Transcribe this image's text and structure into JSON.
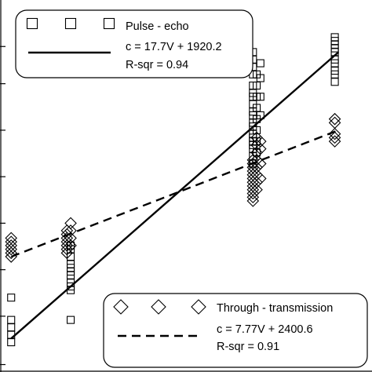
{
  "chart_data": {
    "type": "scatter",
    "title": "",
    "xlabel": "",
    "ylabel": "",
    "xlim": [
      0,
      100
    ],
    "ylim": [
      0,
      100
    ],
    "grid": false,
    "legend_placement": [
      "top-left",
      "bottom-right"
    ],
    "series": [
      {
        "name": "Pulse - echo",
        "marker": "square",
        "fit_label": "c = 17.7V + 1920.2",
        "r2_label": "R-sqr = 0.94",
        "fit": {
          "x": [
            3,
            91
          ],
          "y": [
            9,
            86
          ]
        },
        "points": {
          "x": [
            3,
            3,
            3,
            3,
            3,
            19,
            19,
            19,
            19,
            19,
            19,
            19,
            19,
            19,
            19,
            19,
            68,
            68,
            68,
            68,
            68,
            68,
            68,
            68,
            68,
            68,
            68,
            68,
            68,
            68,
            68,
            68,
            68,
            68,
            68,
            69,
            69,
            69,
            69,
            69,
            69,
            69,
            69,
            70,
            70,
            70,
            70,
            90,
            90,
            90,
            90,
            90,
            90,
            90,
            90,
            90,
            90
          ],
          "y": [
            8,
            10,
            12,
            14,
            20,
            14,
            22,
            23,
            24,
            26,
            27,
            28,
            29,
            31,
            33,
            34,
            56,
            58,
            60,
            61,
            62,
            63,
            64,
            66,
            67,
            69,
            70,
            72,
            74,
            75,
            77,
            80,
            82,
            84,
            86,
            59,
            62,
            65,
            68,
            71,
            74,
            77,
            80,
            69,
            74,
            79,
            83,
            78,
            80,
            81,
            83,
            84,
            86,
            87,
            88,
            89,
            90
          ]
        }
      },
      {
        "name": "Through - transmission",
        "marker": "diamond",
        "fit_label": "c = 7.77V + 2400.6",
        "r2_label": "R-sqr = 0.91",
        "fit": {
          "x": [
            3,
            91
          ],
          "y": [
            31,
            65
          ]
        },
        "points": {
          "x": [
            3,
            3,
            3,
            3,
            3,
            3,
            18,
            18,
            18,
            18,
            18,
            18,
            18,
            19,
            19,
            19,
            19,
            68,
            68,
            68,
            68,
            68,
            68,
            68,
            68,
            68,
            68,
            68,
            68,
            69,
            69,
            69,
            69,
            69,
            69,
            69,
            69,
            70,
            70,
            70,
            70,
            90,
            90,
            90,
            90,
            90
          ],
          "y": [
            31,
            32,
            33,
            34,
            35,
            36,
            32,
            33,
            34,
            35,
            36,
            37,
            38,
            34,
            36,
            38,
            40,
            46,
            47,
            48,
            49,
            50,
            51,
            52,
            53,
            54,
            55,
            56,
            57,
            49,
            51,
            53,
            55,
            57,
            59,
            61,
            63,
            52,
            56,
            60,
            62,
            62,
            63,
            64,
            67,
            68
          ]
        }
      }
    ]
  }
}
